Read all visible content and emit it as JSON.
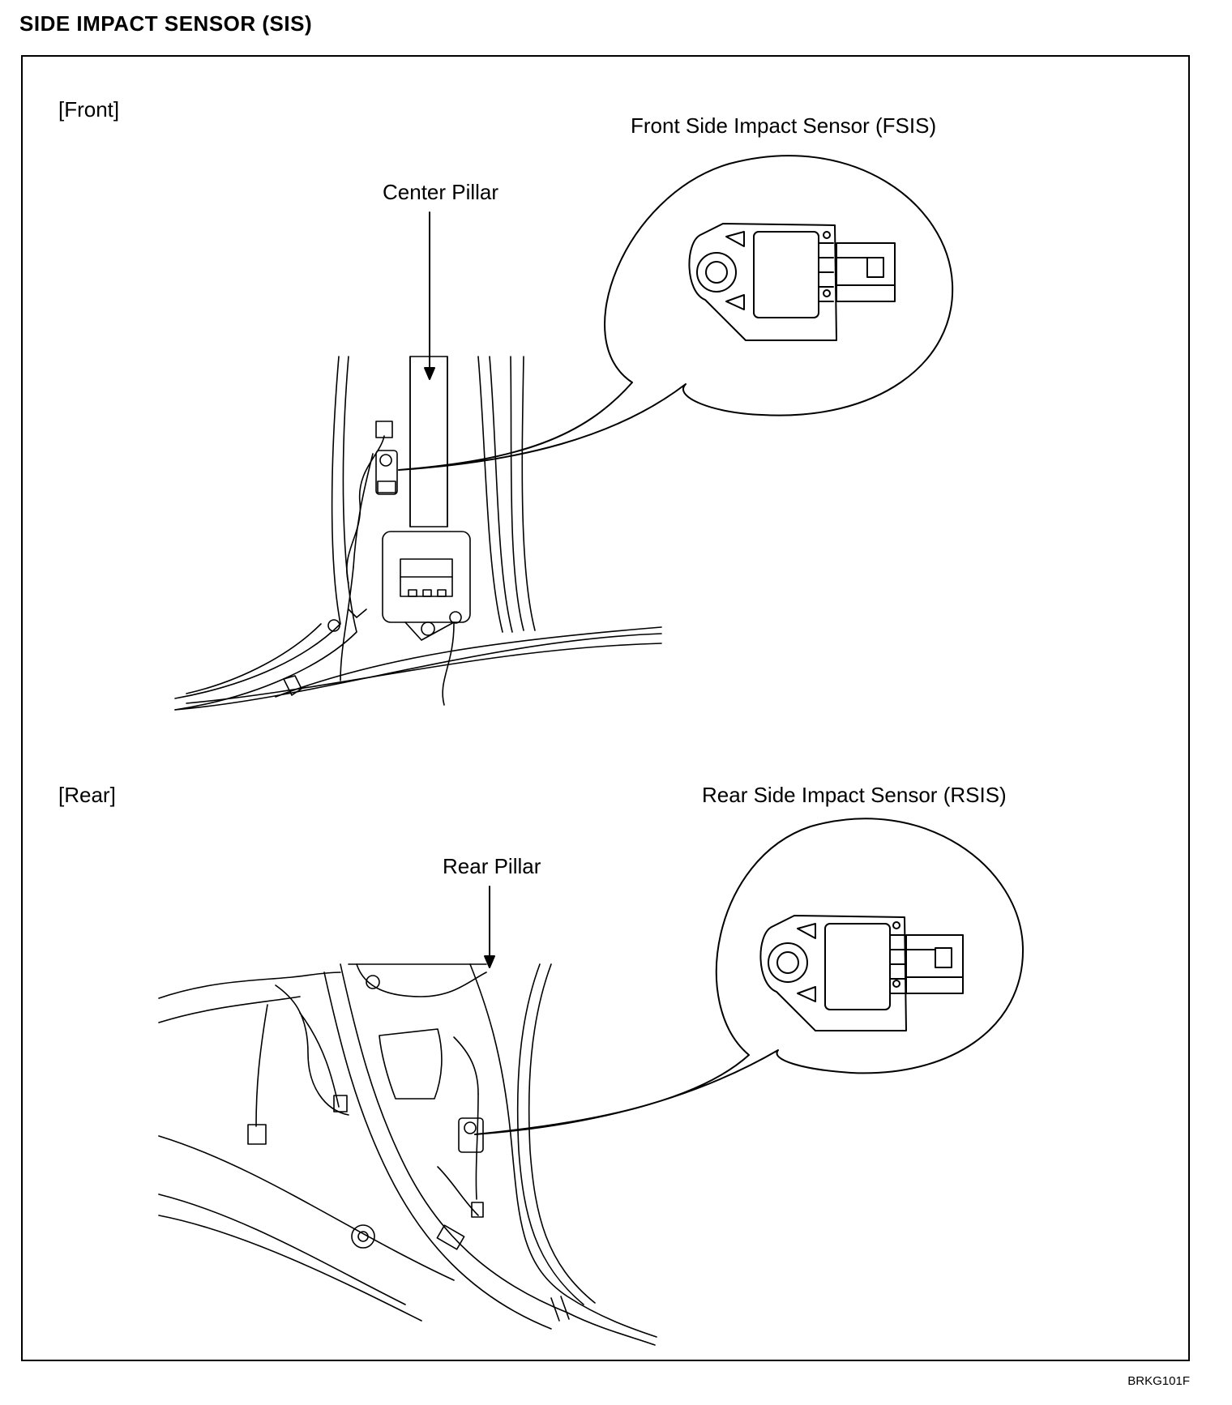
{
  "title": "SIDE IMPACT SENSOR (SIS)",
  "front": {
    "section_label": "[Front]",
    "sensor_label": "Front Side Impact Sensor (FSIS)",
    "pillar_label": "Center Pillar"
  },
  "rear": {
    "section_label": "[Rear]",
    "sensor_label": "Rear Side Impact Sensor (RSIS)",
    "pillar_label": "Rear Pillar"
  },
  "figure_code": "BRKG101F"
}
